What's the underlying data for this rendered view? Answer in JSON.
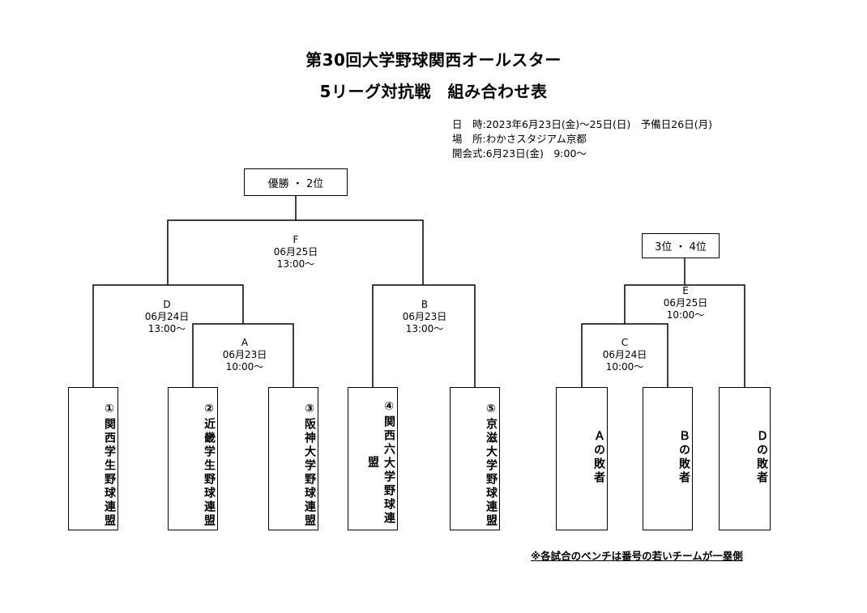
{
  "title": {
    "line1": "第30回大学野球関西オールスター",
    "line2": "5リーグ対抗戦　組み合わせ表"
  },
  "info": {
    "date": "日　時:2023年6月23日(金)～25日(日)　予備日26日(月)",
    "venue": "場　所:わかさスタジアム京都",
    "opening": "開会式:6月23日(金)　9:00～"
  },
  "final_labels": {
    "champion": "優勝 ・ 2位",
    "third_fourth": "3位 ・ 4位"
  },
  "matches": [
    {
      "id": "F",
      "date": "06月25日",
      "time": "13:00～"
    },
    {
      "id": "D",
      "date": "06月24日",
      "time": "13:00～"
    },
    {
      "id": "A",
      "date": "06月23日",
      "time": "10:00～"
    },
    {
      "id": "B",
      "date": "06月23日",
      "time": "13:00～"
    },
    {
      "id": "E",
      "date": "06月25日",
      "time": "10:00～"
    },
    {
      "id": "C",
      "date": "06月24日",
      "time": "10:00～"
    }
  ],
  "teams": [
    "①関西学生野球連盟",
    "②近畿学生野球連盟",
    "③阪神大学野球連盟",
    "④関西六大学野球連盟",
    "⑤京滋大学野球連盟",
    "Ａの敗者",
    "Ｂの敗者",
    "Ｄの敗者"
  ],
  "note": "※各試合のベンチは番号の若いチームが一塁側"
}
